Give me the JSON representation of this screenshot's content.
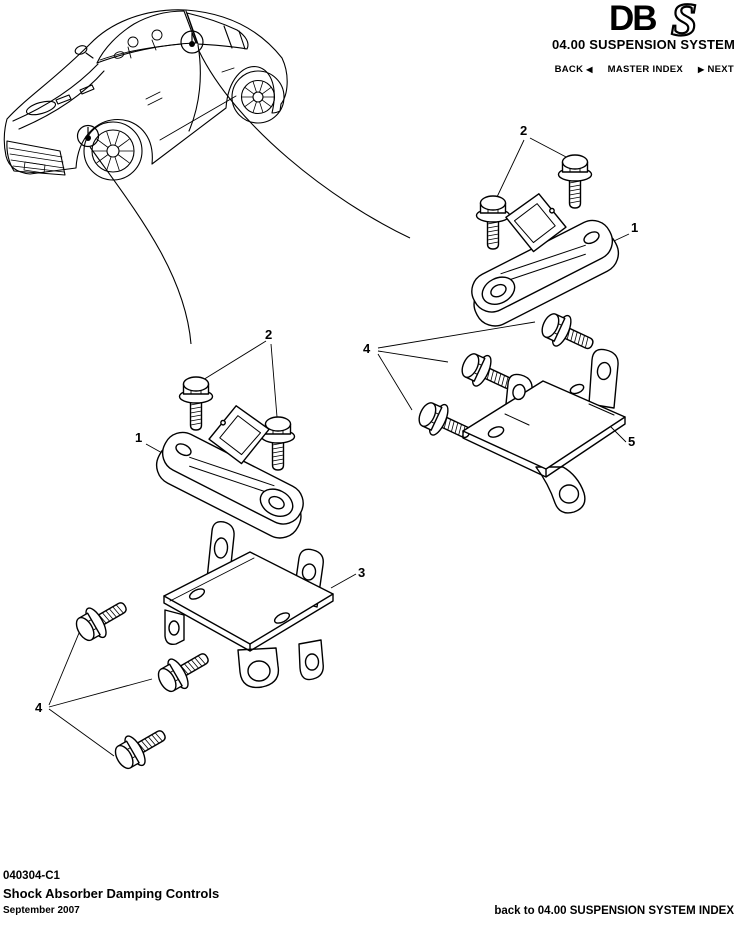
{
  "header": {
    "logo_db": "DB",
    "logo_s": "S",
    "section_title": "04.00 SUSPENSION SYSTEM",
    "nav": {
      "back_label": "BACK",
      "back_arrow": "◀",
      "master_index_label": "MASTER INDEX",
      "next_arrow": "▶",
      "next_label": "NEXT"
    }
  },
  "diagram": {
    "callouts": {
      "upper_sensor": "1",
      "upper_bolts": "2",
      "left_sensor": "1",
      "left_bolts": "2",
      "lower_bracket": "3",
      "right_bracket_bolts": "4",
      "lower_bolts": "4",
      "right_bracket": "5"
    }
  },
  "footer": {
    "document_number": "040304-C1",
    "document_title": "Shock Absorber Damping Controls",
    "date": "September 2007",
    "back_link": "back to 04.00 SUSPENSION SYSTEM INDEX"
  },
  "colors": {
    "ink": "#000000",
    "paper": "#ffffff"
  }
}
